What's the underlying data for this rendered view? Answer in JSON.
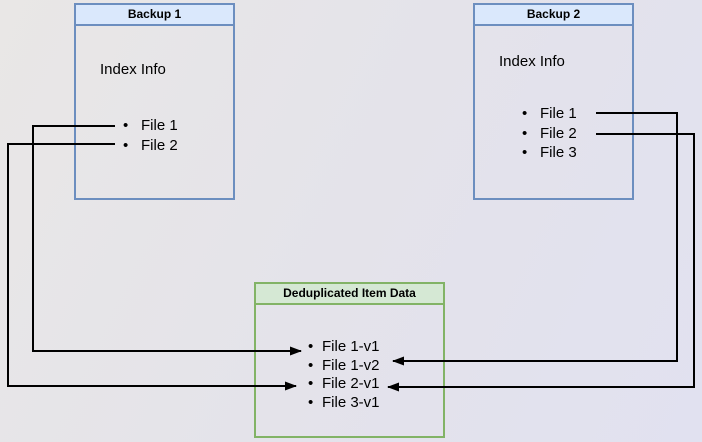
{
  "backup1": {
    "title": "Backup 1",
    "index_label": "Index Info",
    "files": [
      "File 1",
      "File 2"
    ]
  },
  "backup2": {
    "title": "Backup 2",
    "index_label": "Index Info",
    "files": [
      "File 1",
      "File 2",
      "File 3"
    ]
  },
  "dedup": {
    "title": "Deduplicated Item Data",
    "items": [
      "File 1-v1",
      "File 1-v2",
      "File 2-v1",
      "File 3-v1"
    ]
  },
  "arrows": [
    {
      "from": "Backup 1 / File 1",
      "to": "File 1-v1"
    },
    {
      "from": "Backup 1 / File 2",
      "to": "File 2-v1"
    },
    {
      "from": "Backup 2 / File 1",
      "to": "File 1-v2"
    },
    {
      "from": "Backup 2 / File 2",
      "to": "File 2-v1"
    }
  ],
  "colors": {
    "backup_fill": "#dae8fc",
    "backup_border": "#6c8ebf",
    "dedup_fill": "#d5e8d4",
    "dedup_border": "#82b366",
    "arrow": "#000000",
    "bg_start": "#e9e7e6",
    "bg_end": "#e1e1f0"
  }
}
